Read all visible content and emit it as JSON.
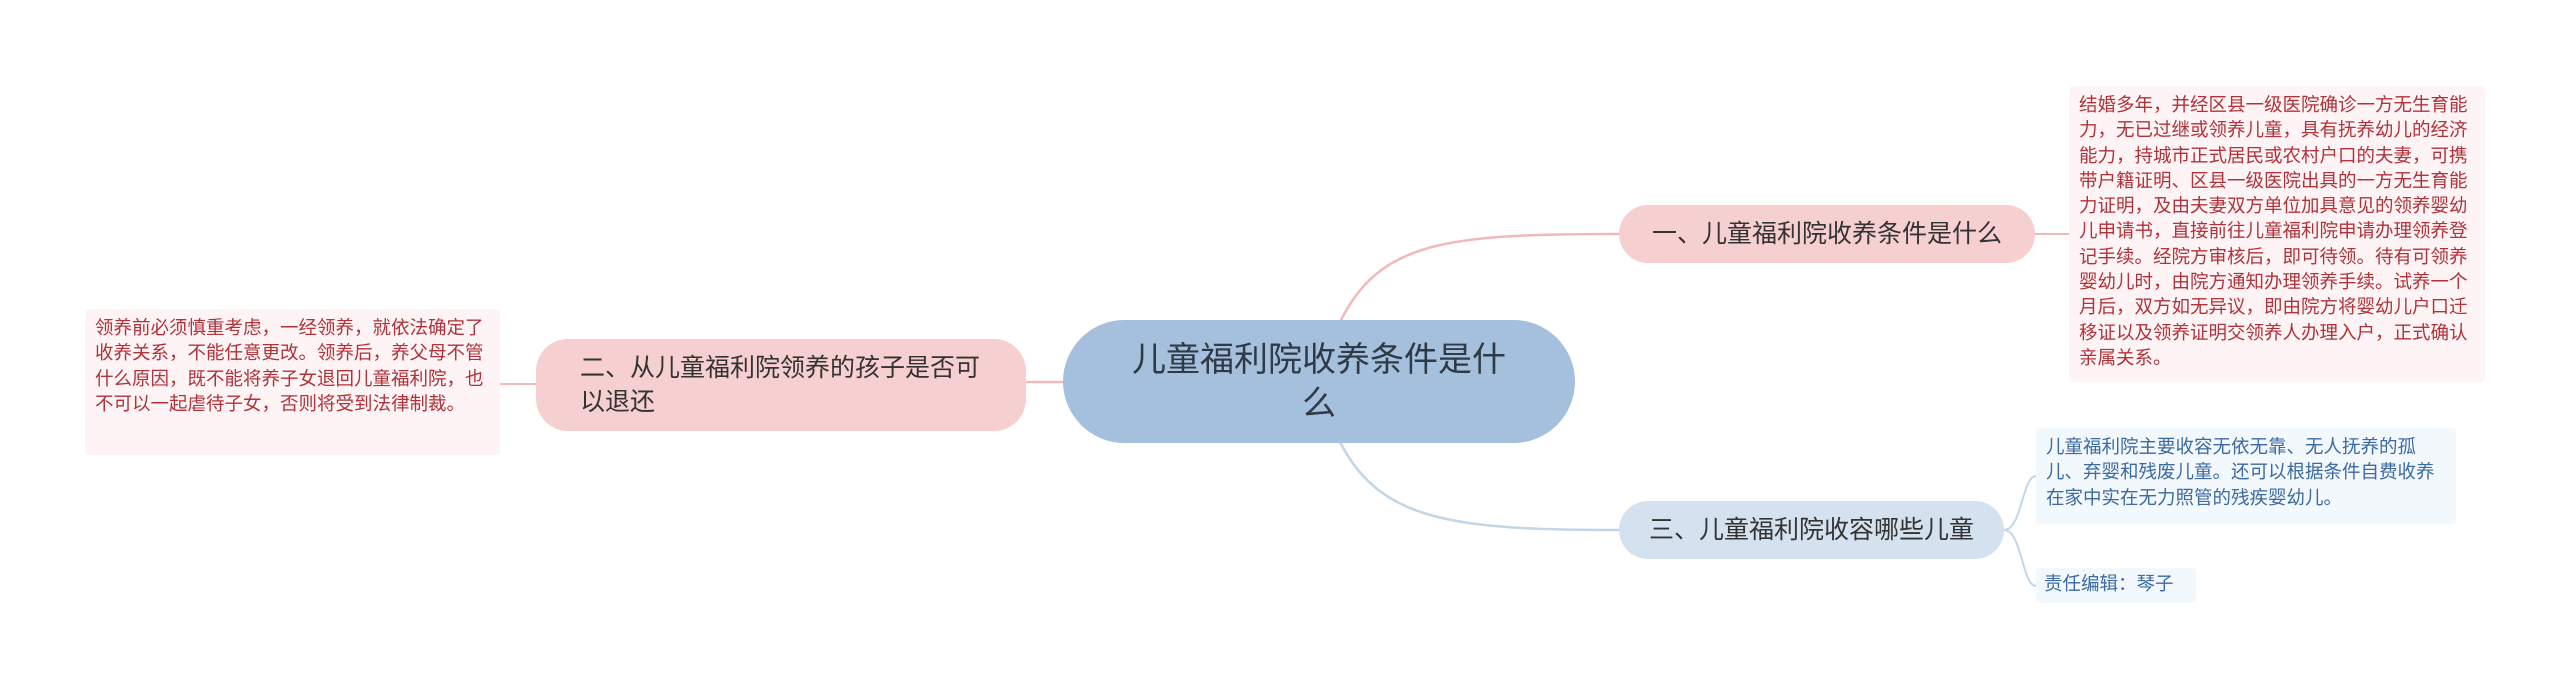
{
  "root": {
    "label": "儿童福利院收养条件是什么"
  },
  "branches": [
    {
      "label": "一、儿童福利院收养条件是什么"
    },
    {
      "label": "二、从儿童福利院领养的孩子是否可以退还"
    },
    {
      "label": "三、儿童福利院收容哪些儿童"
    }
  ],
  "details": [
    {
      "text": "结婚多年，并经区县一级医院确诊一方无生育能力，无已过继或领养儿童，具有抚养幼儿的经济能力，持城市正式居民或农村户口的夫妻，可携带户籍证明、区县一级医院出具的一方无生育能力证明，及由夫妻双方单位加具意见的领养婴幼儿申请书，直接前往儿童福利院申请办理领养登记手续。经院方审核后，即可待领。待有可领养婴幼儿时，由院方通知办理领养手续。试养一个月后，双方如无异议，即由院方将婴幼儿户口迁移证以及领养证明交领养人办理入户，正式确认亲属关系。"
    },
    {
      "text": "领养前必须慎重考虑，一经领养，就依法确定了收养关系，不能任意更改。领养后，养父母不管什么原因，既不能将养子女退回儿童福利院，也不可以一起虐待子女，否则将受到法律制裁。"
    },
    {
      "text": "儿童福利院主要收容无依无靠、无人抚养的孤儿、弃婴和残废儿童。还可以根据条件自费收养在家中实在无力照管的残疾婴幼儿。"
    },
    {
      "text": "责任编辑：琴子"
    }
  ],
  "colors": {
    "root_fill": "#a4c0dc",
    "pink_branch": "#f6cfd0",
    "blue_branch": "#d4e2ef",
    "pink_text": "#b0323a",
    "blue_text": "#3c6aa3",
    "pink_line": "#f2b9bb",
    "blue_line": "#c3d6e8"
  }
}
